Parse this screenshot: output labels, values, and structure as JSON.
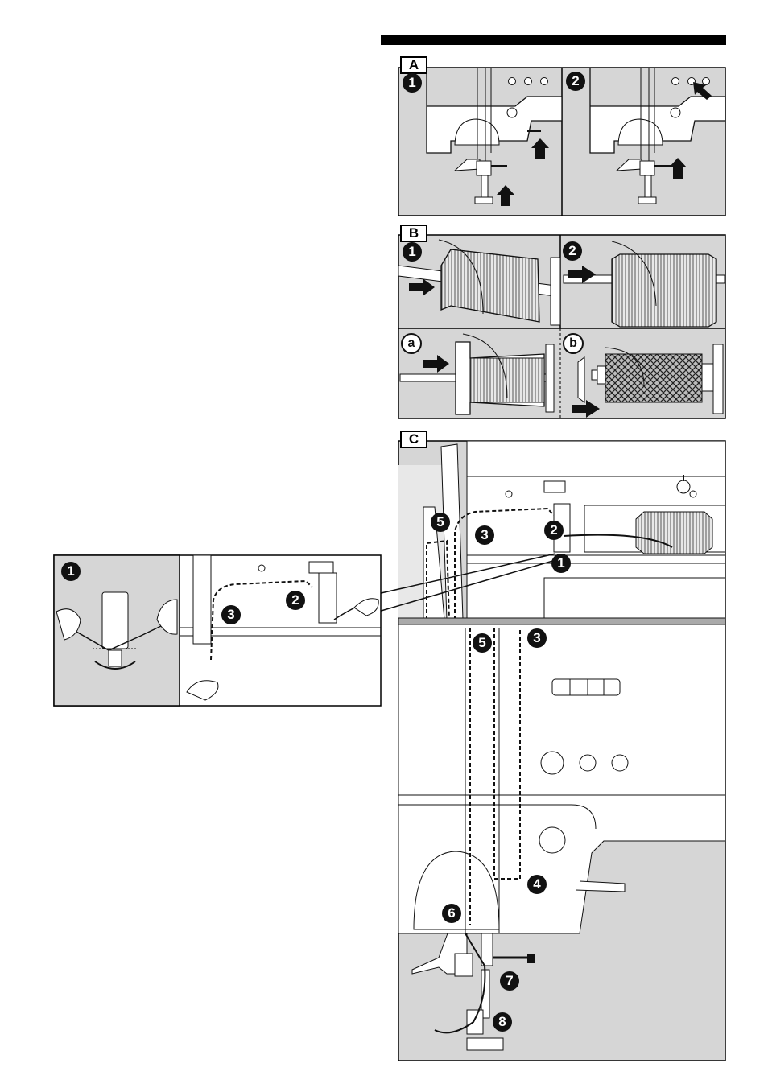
{
  "panels": {
    "A": {
      "letter": "A",
      "steps": [
        "1",
        "2"
      ]
    },
    "B": {
      "letter": "B",
      "steps": [
        "1",
        "2"
      ],
      "variants": [
        "a",
        "b"
      ]
    },
    "C": {
      "letter": "C",
      "steps": [
        "1",
        "2",
        "3",
        "5",
        "3",
        "5",
        "4",
        "6",
        "7",
        "8"
      ]
    }
  },
  "detail": {
    "steps": [
      "1",
      "2",
      "3"
    ]
  },
  "colors": {
    "panel_bg": "#d6d6d6",
    "machine_bg": "#ffffff",
    "line": "#111111",
    "accent_bar": "#000000"
  }
}
